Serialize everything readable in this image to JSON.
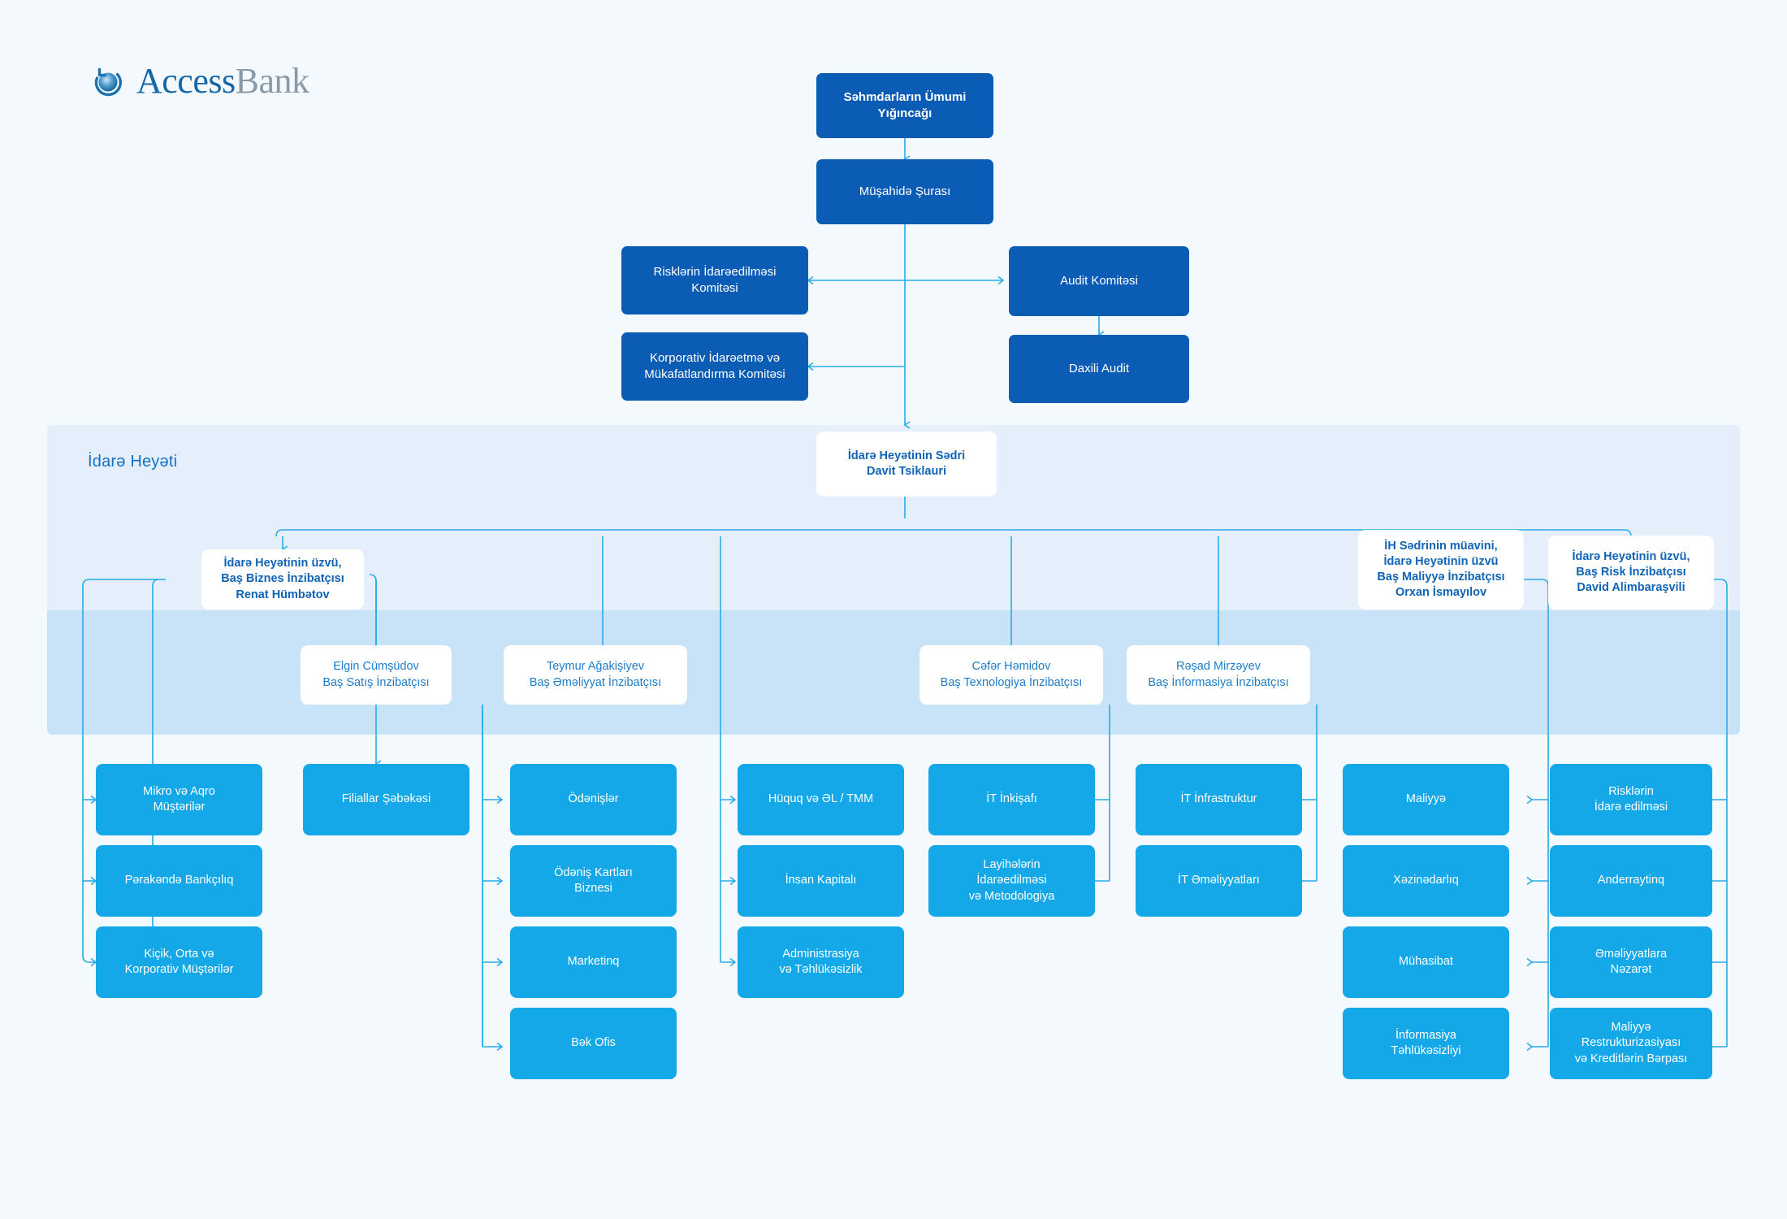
{
  "logo": {
    "name": "accessbank-logo",
    "word_access": "Access",
    "word_bank": "Bank",
    "color_access": "#1567a8",
    "color_bank": "#8a9aa6"
  },
  "colors": {
    "page_background": "#f4f9fd",
    "band_upper": "#e4effb",
    "band_lower": "#c8e3f8",
    "node_dark_blue": "#0b5cb5",
    "node_light_blue": "#14a8e8",
    "connector": "#2aabe6",
    "white_node_text": "#1163b5"
  },
  "band": {
    "label": "İdarə Heyəti"
  },
  "governance": {
    "shareholders_meeting": "Səhmdarların Ümumi Yığıncağı",
    "supervisory_board": "Müşahidə Şurası",
    "risk_committee": "Risklərin İdarəedilməsi Komitəsi",
    "corporate_governance_committee": "Korporativ İdarəetmə və Mükafatlandırma Komitəsi",
    "audit_committee": "Audit Komitəsi",
    "internal_audit": "Daxili Audit"
  },
  "chairman": {
    "title": "İdarə Heyətinin Sədri",
    "name": "Davit Tsiklauri"
  },
  "board_members": [
    {
      "key": "cbo",
      "lines": [
        "İdarə Heyətinin üzvü,",
        "Baş Biznes İnzibatçısı",
        "Renat Hümbətov"
      ]
    },
    {
      "key": "cfo",
      "lines": [
        "İH Sədrinin müavini,",
        "İdarə Heyətinin üzvü",
        "Baş Maliyyə İnzibatçısı",
        "Orxan İsmayılov"
      ]
    },
    {
      "key": "cro",
      "lines": [
        "İdarə Heyətinin üzvü,",
        "Baş Risk İnzibatçısı",
        "David Alimbaraşvili"
      ]
    }
  ],
  "executives": [
    {
      "key": "cso",
      "name": "Elgin Cümşüdov",
      "title": "Baş Satış İnzibatçısı"
    },
    {
      "key": "coo",
      "name": "Teymur Ağakişiyev",
      "title": "Baş Əməliyyat İnzibatçısı"
    },
    {
      "key": "cto",
      "name": "Cəfər Həmidov",
      "title": "Baş Texnologiya İnzibatçısı"
    },
    {
      "key": "cio",
      "name": "Rəşad Mirzəyev",
      "title": "Baş İnformasiya İnzibatçısı"
    }
  ],
  "departments": {
    "col1": [
      {
        "lines": [
          "Mikro və Aqro",
          "Müştərilər"
        ]
      },
      {
        "lines": [
          "Pərakəndə Bankçılıq"
        ]
      },
      {
        "lines": [
          "Kiçik, Orta və",
          "Korporativ Müştərilər"
        ]
      }
    ],
    "col2": [
      {
        "lines": [
          "Filiallar Şəbəkəsi"
        ]
      }
    ],
    "col3": [
      {
        "lines": [
          "Ödənişlər"
        ]
      },
      {
        "lines": [
          "Ödəniş Kartları",
          "Biznesi"
        ]
      },
      {
        "lines": [
          "Marketinq"
        ]
      },
      {
        "lines": [
          "Bək Ofis"
        ]
      }
    ],
    "col4": [
      {
        "lines": [
          "Hüquq və ƏL / TMM"
        ]
      },
      {
        "lines": [
          "İnsan Kapitalı"
        ]
      },
      {
        "lines": [
          "Administrasiya",
          "və Təhlükəsizlik"
        ]
      }
    ],
    "col5": [
      {
        "lines": [
          "İT İnkişafı"
        ]
      },
      {
        "lines": [
          "Layihələrin",
          "İdarəedilməsi",
          "və Metodologiya"
        ]
      }
    ],
    "col6": [
      {
        "lines": [
          "İT İnfrastruktur"
        ]
      },
      {
        "lines": [
          "İT Əməliyyatları"
        ]
      }
    ],
    "col7": [
      {
        "lines": [
          "Maliyyə"
        ]
      },
      {
        "lines": [
          "Xəzinədarlıq"
        ]
      },
      {
        "lines": [
          "Mühasibat"
        ]
      },
      {
        "lines": [
          "İnformasiya",
          "Təhlükəsizliyi"
        ]
      }
    ],
    "col8": [
      {
        "lines": [
          "Risklərin",
          "İdarə edilməsi"
        ]
      },
      {
        "lines": [
          "Anderraytinq"
        ]
      },
      {
        "lines": [
          "Əməliyyatlara",
          "Nəzarət"
        ]
      },
      {
        "lines": [
          "Maliyyə",
          "Restrukturizasiyası",
          "və Kreditlərin Bərpası"
        ]
      }
    ]
  }
}
